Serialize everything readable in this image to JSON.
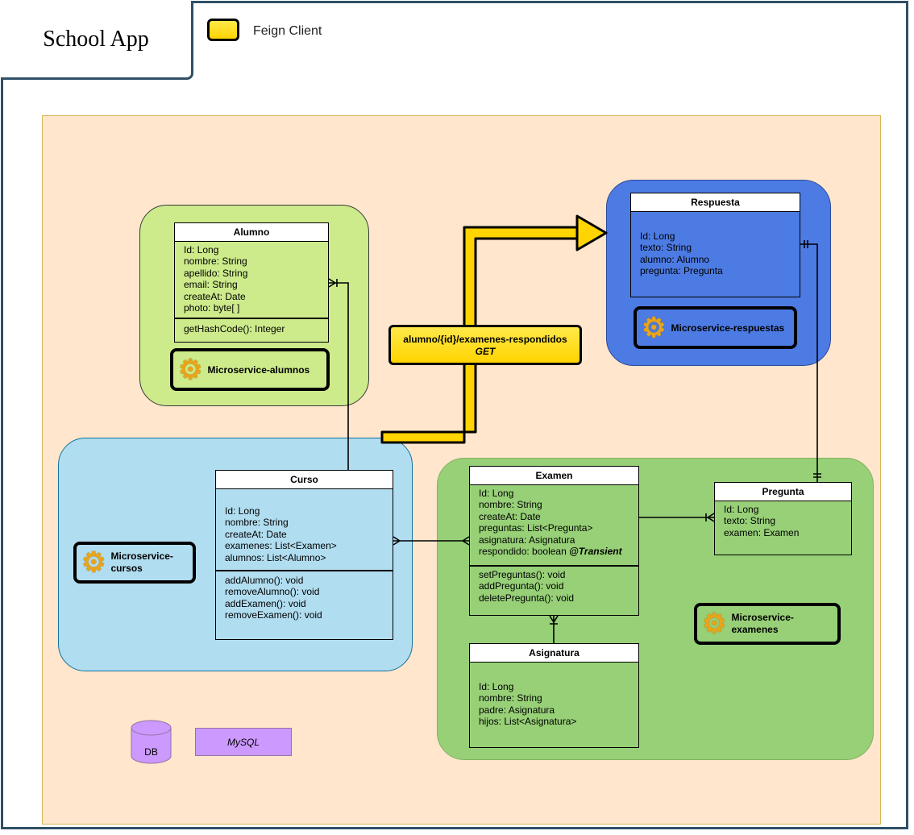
{
  "app": {
    "title": "School App"
  },
  "legend": {
    "label": "Feign Client"
  },
  "services": {
    "alumnos": {
      "label": "Microservice-alumnos"
    },
    "respuestas": {
      "label": "Microservice-respuestas"
    },
    "cursos": {
      "label": "Microservice-\ncursos"
    },
    "examenes": {
      "label": "Microservice-\nexamenes"
    }
  },
  "classes": {
    "alumno": {
      "name": "Alumno",
      "attributes": [
        "Id: Long",
        "nombre: String",
        "apellido: String",
        "email: String",
        "createAt: Date",
        "photo: byte[ ]"
      ],
      "methods": [
        "getHashCode(): Integer"
      ]
    },
    "respuesta": {
      "name": "Respuesta",
      "attributes": [
        "Id: Long",
        "texto: String",
        "alumno: Alumno",
        "pregunta: Pregunta"
      ]
    },
    "curso": {
      "name": "Curso",
      "attributes": [
        "Id: Long",
        "nombre: String",
        "createAt: Date",
        "examenes: List<Examen>",
        "alumnos: List<Alumno>"
      ],
      "methods": [
        "addAlumno(): void",
        "removeAlumno(): void",
        "addExamen(): void",
        "removeExamen(): void"
      ]
    },
    "examen": {
      "name": "Examen",
      "attributes": [
        "Id: Long",
        "nombre: String",
        "createAt: Date",
        "preguntas: List<Pregunta>",
        "asignatura: Asignatura",
        "respondido: boolean"
      ],
      "transient_tag": "@Transient",
      "methods": [
        "setPreguntas(): void",
        "addPregunta(): void",
        "deletePregunta(): void"
      ]
    },
    "pregunta": {
      "name": "Pregunta",
      "attributes": [
        "Id: Long",
        "texto: String",
        "examen: Examen"
      ]
    },
    "asignatura": {
      "name": "Asignatura",
      "attributes": [
        "Id: Long",
        "nombre: String",
        "padre: Asignatura",
        "hijos: List<Asignatura>"
      ]
    }
  },
  "feign_call": {
    "path": "alumno/{id}/examenes-respondidos",
    "method": "GET"
  },
  "database": {
    "icon_label": "DB",
    "engine": "MySQL"
  }
}
